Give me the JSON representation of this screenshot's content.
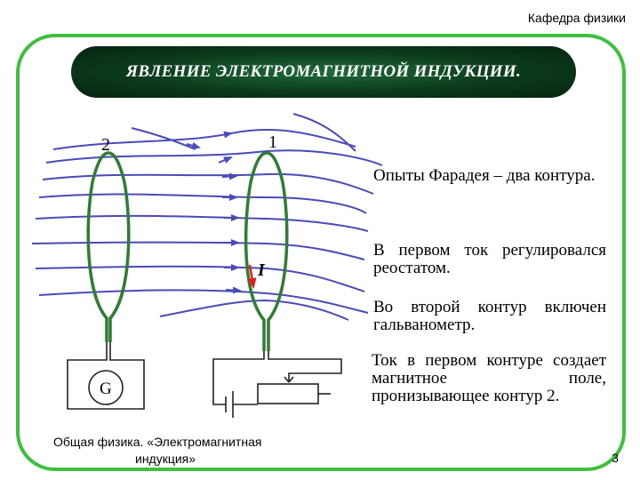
{
  "header": {
    "department": "Кафедра физики"
  },
  "banner": {
    "title": "ЯВЛЕНИЕ ЭЛЕКТРОМАГНИТНОЙ ИНДУКЦИИ."
  },
  "diagram": {
    "label_coil2": "2",
    "label_coil1": "1",
    "label_current": "I",
    "label_galvanometer": "G",
    "colors": {
      "field_lines": "#4a4ab8",
      "coils": "#2e7d32",
      "current_arrow": "#e02020",
      "frame": "#3fbf3f"
    }
  },
  "text": {
    "p1": "Опыты Фарадея – два контура.",
    "p2": "В первом ток регулировался реостатом.",
    "p3": "Во второй контур включен гальванометр.",
    "p4": "Ток в первом контуре создает магнитное поле, пронизывающее контур 2."
  },
  "footer": {
    "line1": "Общая физика. «Электромагнитная",
    "line2": "индукция»"
  },
  "page_number": "3"
}
